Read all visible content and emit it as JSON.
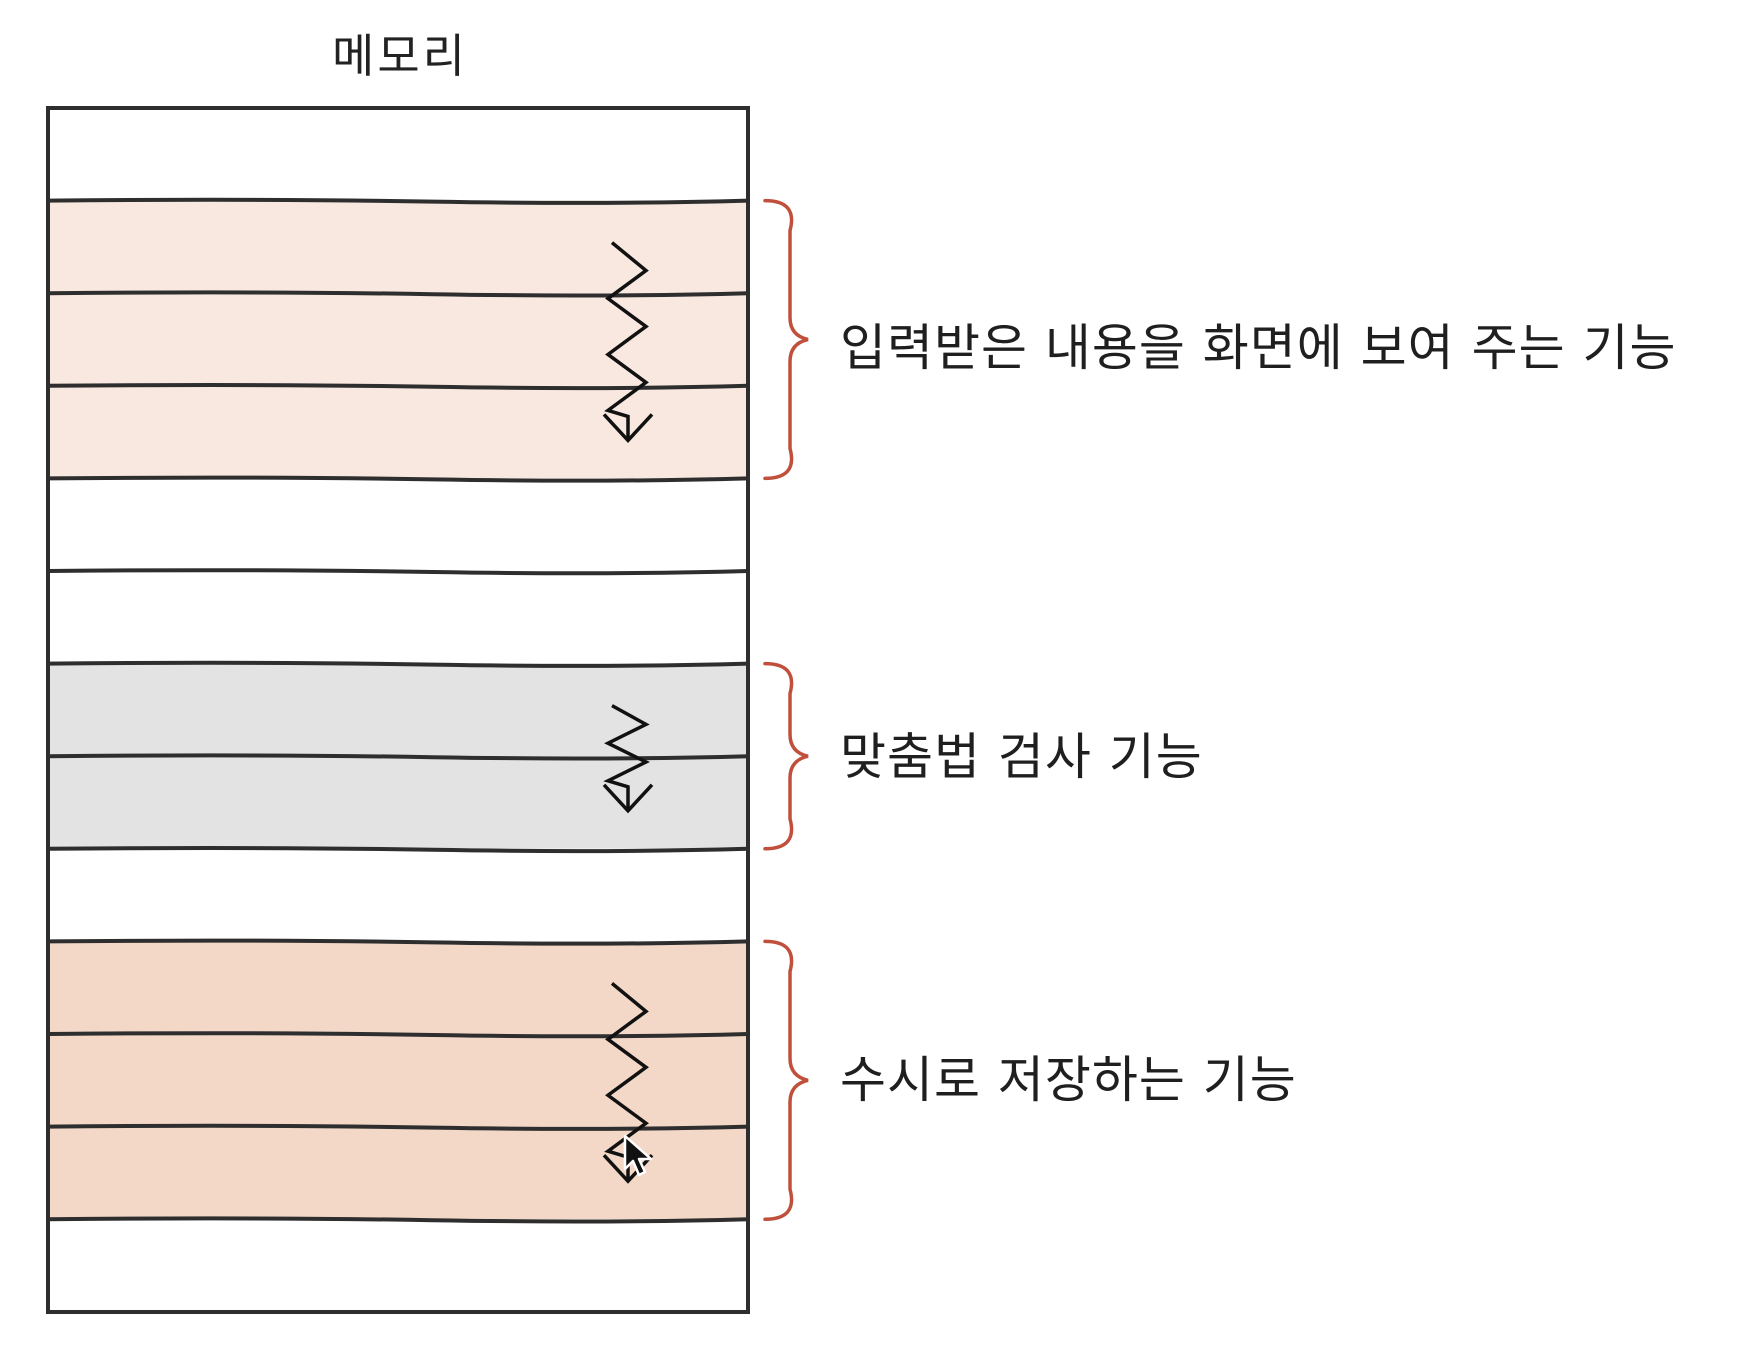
{
  "title": "메모리",
  "colors": {
    "outline": "#2e2e2e",
    "brace": "#c0503c",
    "arrow": "#111111",
    "empty_row": "#ffffff"
  },
  "memory": {
    "rows": [
      {
        "fill": "#ffffff"
      },
      {
        "fill": "#f9e8df"
      },
      {
        "fill": "#f9e8df"
      },
      {
        "fill": "#f9e8df"
      },
      {
        "fill": "#ffffff"
      },
      {
        "fill": "#ffffff"
      },
      {
        "fill": "#e3e3e3"
      },
      {
        "fill": "#e3e3e3"
      },
      {
        "fill": "#ffffff"
      },
      {
        "fill": "#f3d8c8"
      },
      {
        "fill": "#f3d8c8"
      },
      {
        "fill": "#f3d8c8"
      },
      {
        "fill": "#ffffff"
      }
    ]
  },
  "groups": [
    {
      "label": "입력받은 내용을 화면에 보여 주는 기능",
      "rows": [
        1,
        3
      ]
    },
    {
      "label": "맞춤법 검사 기능",
      "rows": [
        6,
        7
      ]
    },
    {
      "label": "수시로 저장하는 기능",
      "rows": [
        9,
        11
      ]
    }
  ],
  "icons": {
    "arrow": "zigzag-down-arrow-icon",
    "brace": "curly-brace-icon",
    "cursor": "mouse-pointer-icon"
  }
}
